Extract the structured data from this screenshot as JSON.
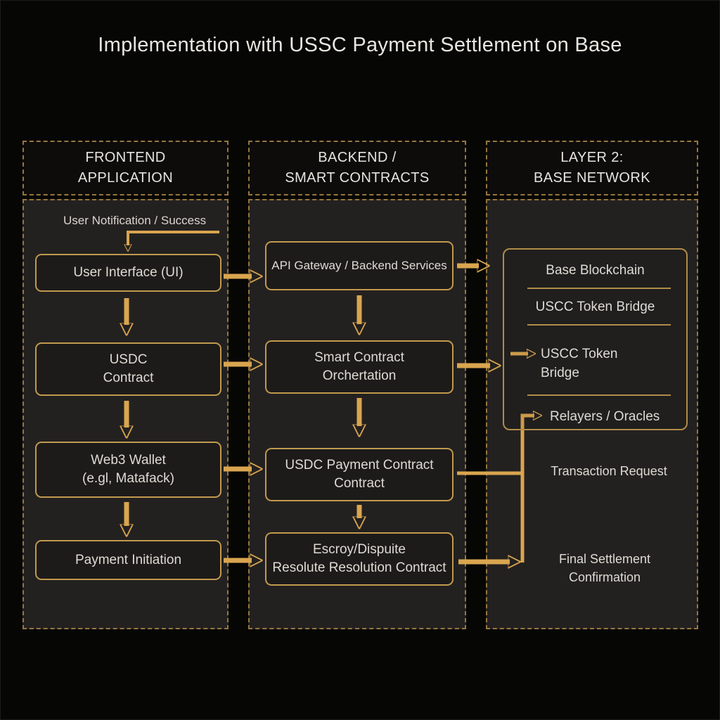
{
  "title": "Implementation with USSC Payment Settlement on Base",
  "colors": {
    "background": "#060605",
    "column_background": "#232120",
    "dashed_border": "#96763f",
    "node_border": "#c19a4e",
    "panel_border": "#b08c48",
    "arrow": "#d9a54f",
    "text": "#dedbd4",
    "title_text": "#e9e6df"
  },
  "columns": [
    {
      "header": "FRONTEND\nAPPLICATION",
      "note": "User Notification / Success",
      "boxes": [
        "User Interface (UI)",
        "USDC\nContract",
        "Web3 Wallet\n(e.gl, Matafack)",
        "Payment Initiation"
      ]
    },
    {
      "header": "BACKEND /\nSMART CONTRACTS",
      "boxes": [
        "API Gateway / Backend Services",
        "Smart Contract\nOrchertation",
        "USDC Payment Contract\nContract",
        "Escroy/Dispuite\nResolute Resolution Contract"
      ]
    },
    {
      "header": "LAYER 2:\nBASE NETWORK",
      "panel_rows": [
        "Base Blockchain",
        "USCC Token Bridge",
        "USCC Token\nBridge",
        "Relayers / Oracles"
      ],
      "labels": [
        "Transaction Request",
        "Final Settlement\nConfirmation"
      ]
    }
  ]
}
